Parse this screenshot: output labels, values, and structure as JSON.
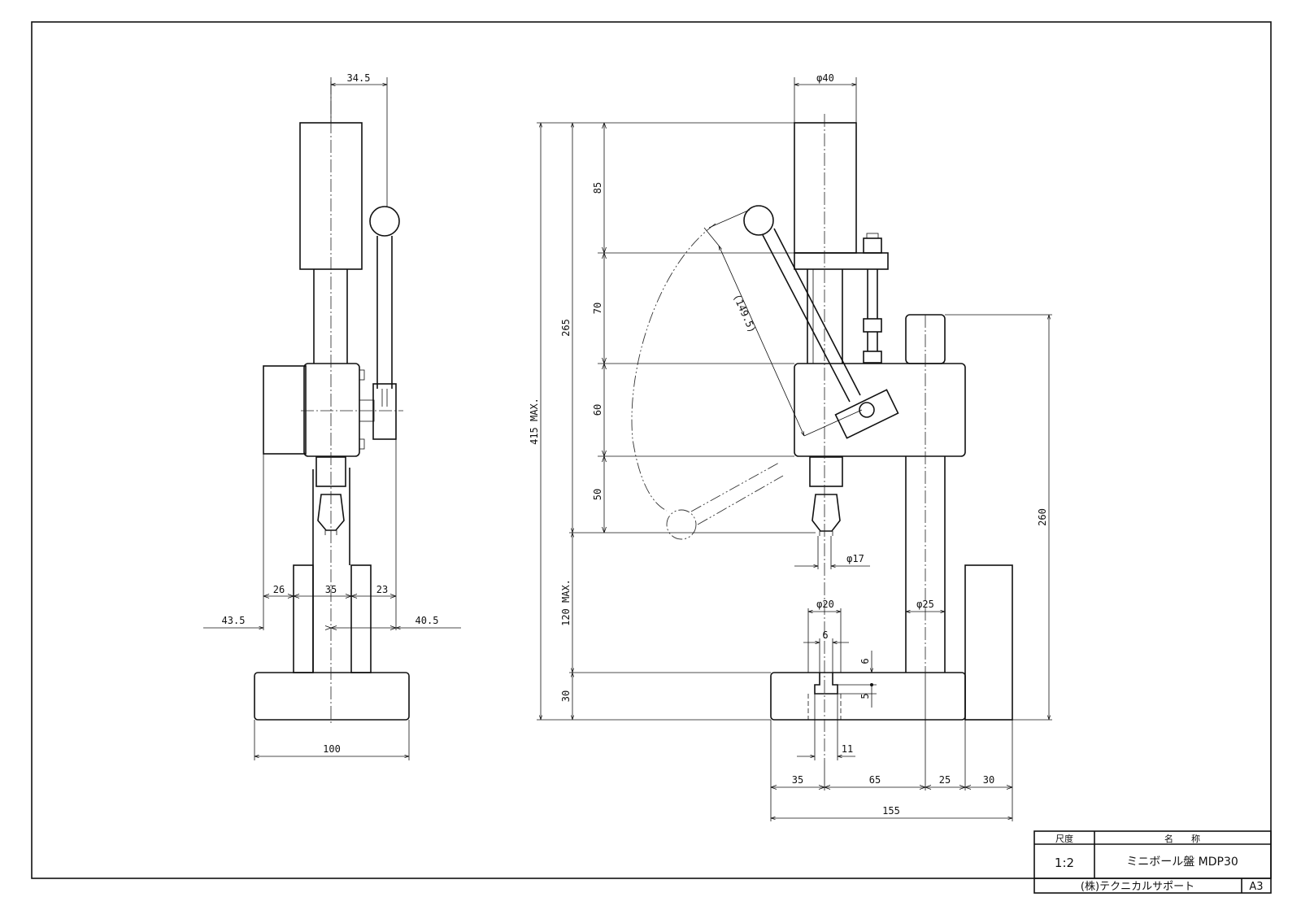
{
  "drawing": {
    "side_view": {
      "dims": {
        "spindle_offset": "34.5",
        "base_width": "100",
        "gap_left": "26",
        "column_width": "35",
        "gap_right": "23",
        "overall_left": "43.5",
        "overall_right": "40.5"
      }
    },
    "front_view": {
      "dims": {
        "top_dia": "φ40",
        "overall_height": "415 MAX.",
        "upper_total": "265",
        "seg1": "85",
        "seg2": "70",
        "seg3": "60",
        "seg4": "50",
        "stroke": "120 MAX.",
        "base_height": "30",
        "handle_length": "(149.5)",
        "chuck_dia": "φ17",
        "table_dia": "φ20",
        "slot_width": "6",
        "slot_depth_top": "6",
        "slot_depth": "5",
        "slot_bottom": "11",
        "column_dia": "φ25",
        "column_height": "260",
        "base_left": "35",
        "base_mid": "65",
        "base_right1": "25",
        "base_right2": "30",
        "base_total": "155"
      }
    }
  },
  "title_block": {
    "scale_label": "尺度",
    "scale_value": "1:2",
    "name_label": "名　　称",
    "name_value": "ミニボール盤 MDP30",
    "company": "(株)テクニカルサポート",
    "sheet_size": "A3"
  }
}
